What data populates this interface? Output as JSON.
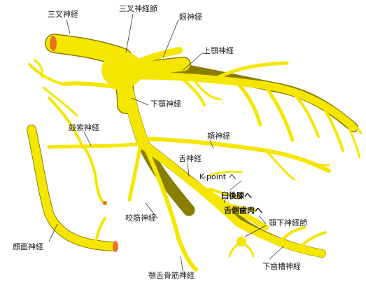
{
  "labels": {
    "trigeminal_nerve": "三叉神経",
    "trigeminal_ganglion": "三叉神経節",
    "ophthalmic_nerve": "眼神経",
    "maxillary_nerve": "上顎神経",
    "mandibular_nerve": "下顎神経",
    "chorda_tympani": "鼓索神経",
    "buccal_nerve": "頬神経",
    "lingual_nerve": "舌神経",
    "k_point": "K-point へ",
    "retromolar_gland": "臼後腺へ",
    "lingual_gingiva": "舌側歯肉へ",
    "submandibular_ganglion": "顎下神経節",
    "masseteric_nerve": "咬筋神経",
    "facial_nerve": "顔面神経",
    "mylohyoid_nerve": "顎舌骨筋神経",
    "inferior_alveolar_nerve": "下歯槽神経"
  },
  "colors": {
    "nerve": "#f5e600",
    "nerve_outline": "#8a7e00",
    "nerve_cut_end": "#e8741f",
    "text": "#222222"
  }
}
